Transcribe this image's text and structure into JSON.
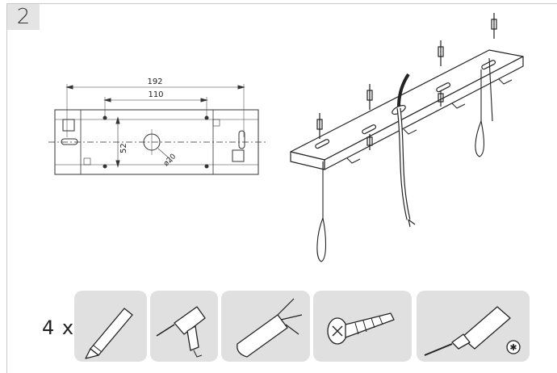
{
  "step": {
    "number": "2"
  },
  "top_drawing": {
    "dim_outer": "192",
    "dim_inner": "110",
    "dim_height": "52",
    "dim_hole": "ø20"
  },
  "tools": {
    "quantity_label": "4 x",
    "items": [
      "pencil-icon",
      "drill-icon",
      "wall-plug-icon",
      "screw-icon",
      "screwdriver-icon"
    ]
  }
}
